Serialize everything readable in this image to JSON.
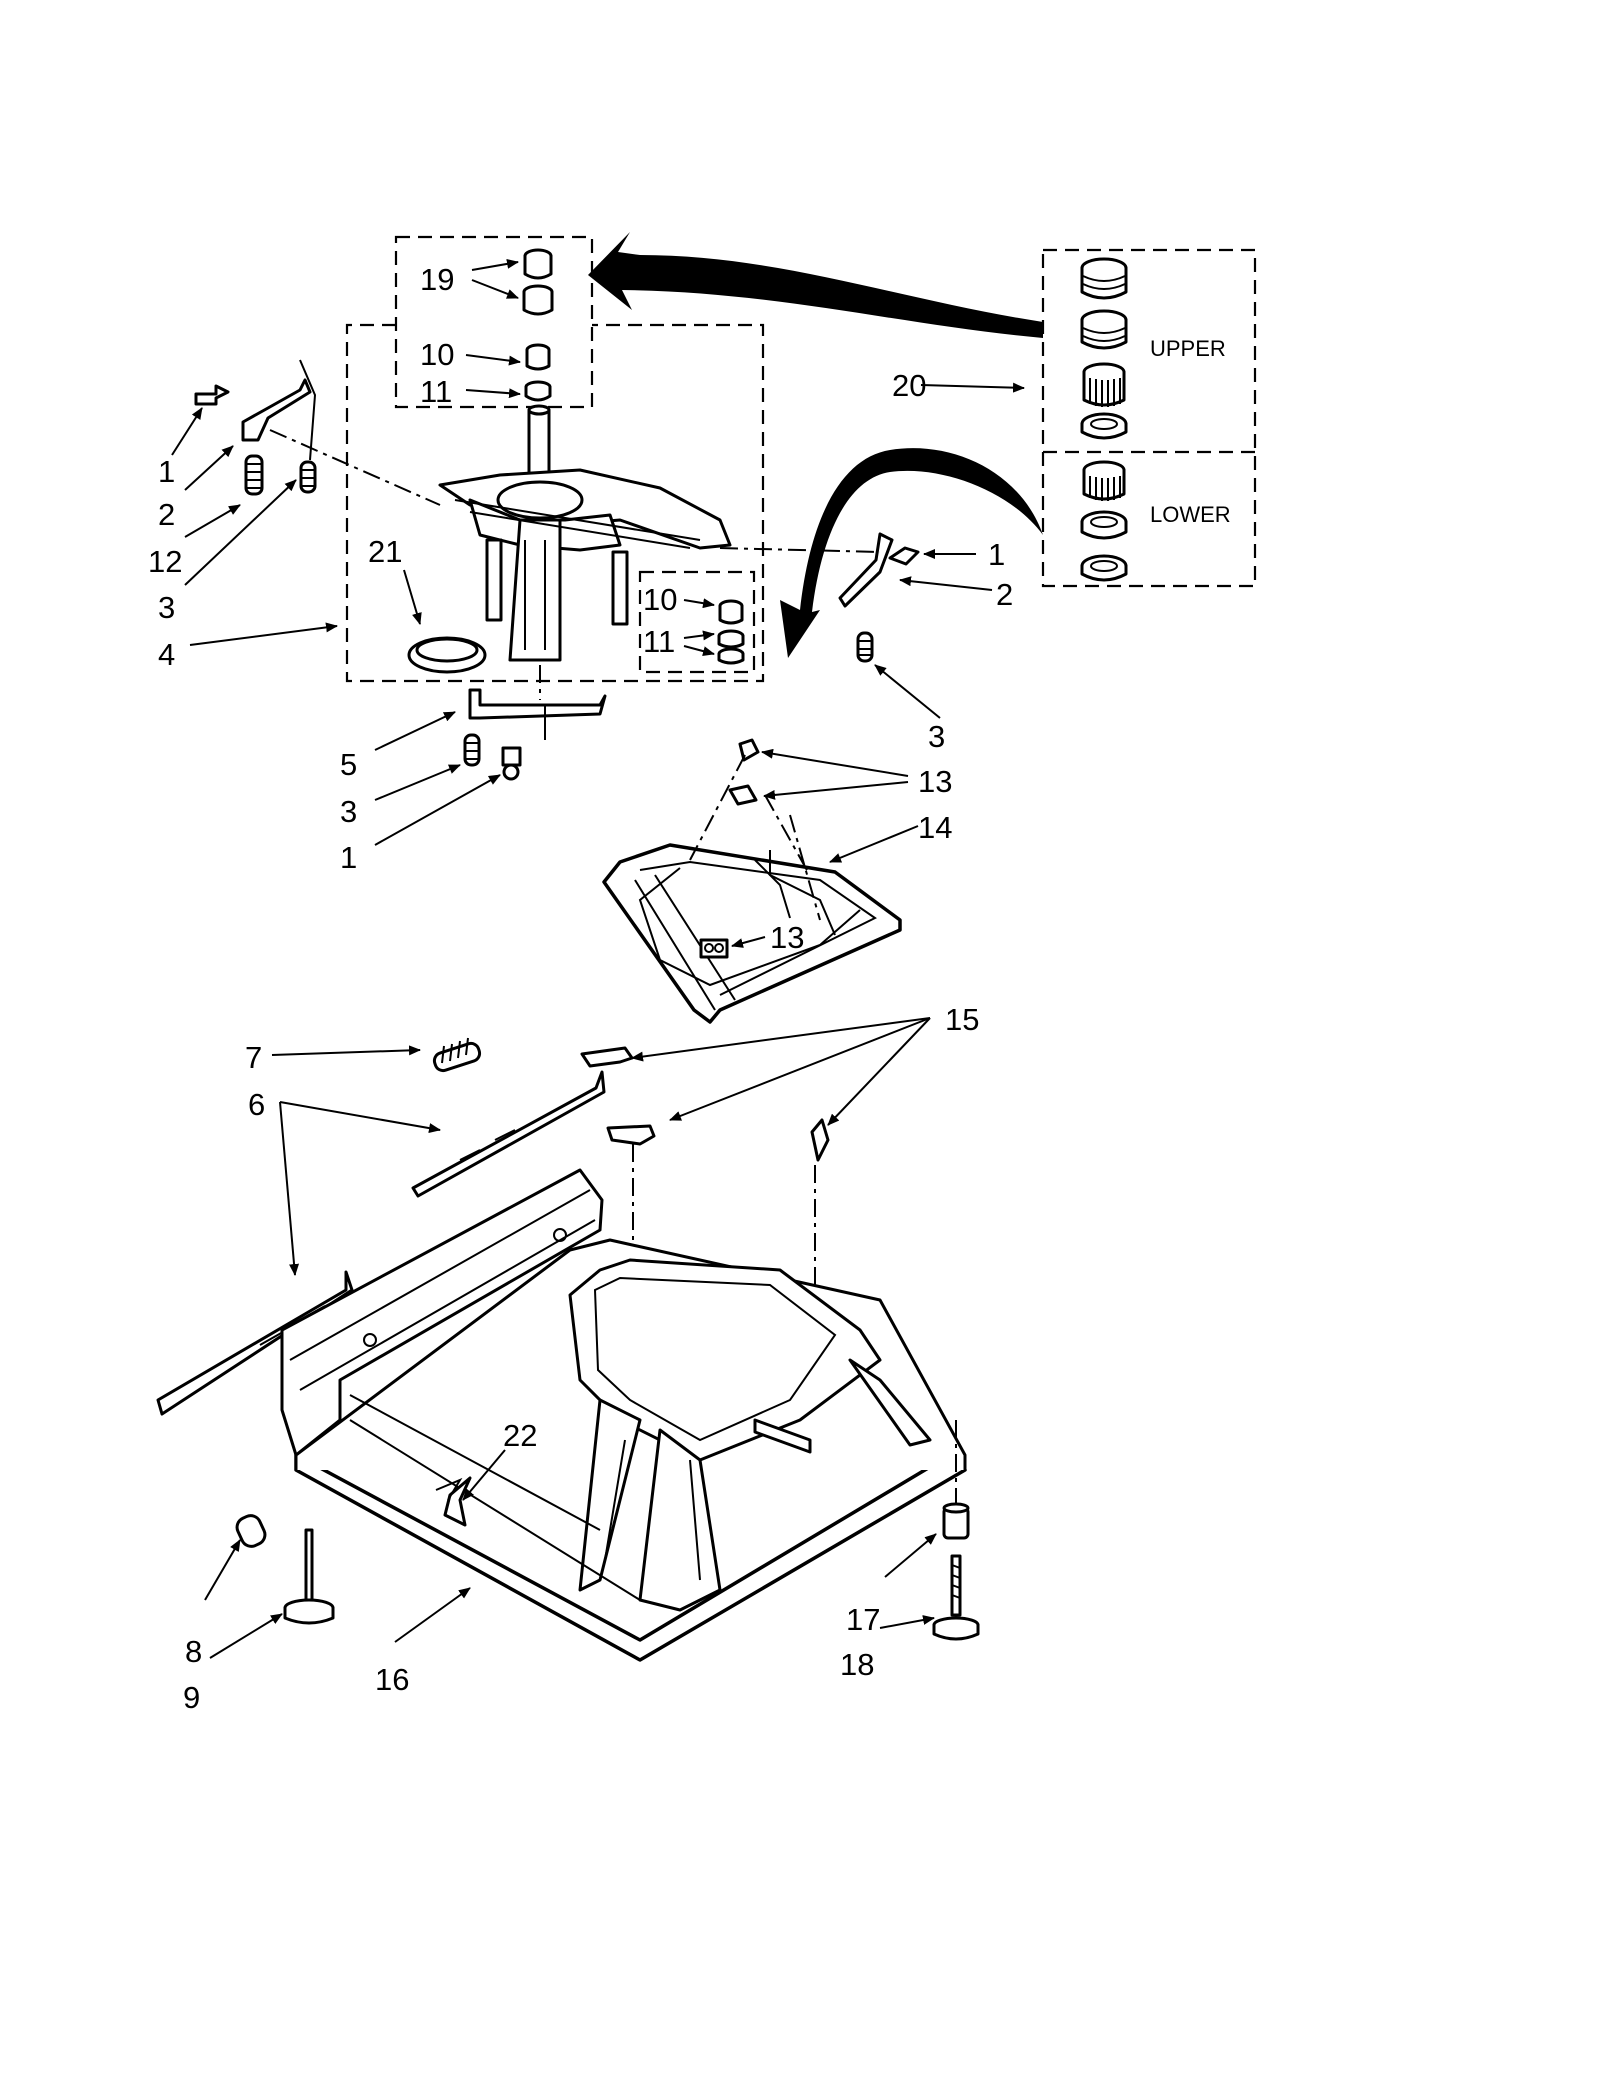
{
  "callouts": {
    "c1a": "1",
    "c2a": "2",
    "c12": "12",
    "c3a": "3",
    "c4": "4",
    "c21": "21",
    "c19": "19",
    "c10a": "10",
    "c11a": "11",
    "c10b": "10",
    "c11b": "11",
    "c1b": "1",
    "c2b": "2",
    "c3b": "3",
    "c5": "5",
    "c3c": "3",
    "c1c": "1",
    "c20": "20",
    "c13a": "13",
    "c14": "14",
    "c13b": "13",
    "c7": "7",
    "c6": "6",
    "c15": "15",
    "c22": "22",
    "c8": "8",
    "c9": "9",
    "c16": "16",
    "c17": "17",
    "c18": "18"
  },
  "kit": {
    "upper_label": "UPPER",
    "lower_label": "LOWER"
  }
}
